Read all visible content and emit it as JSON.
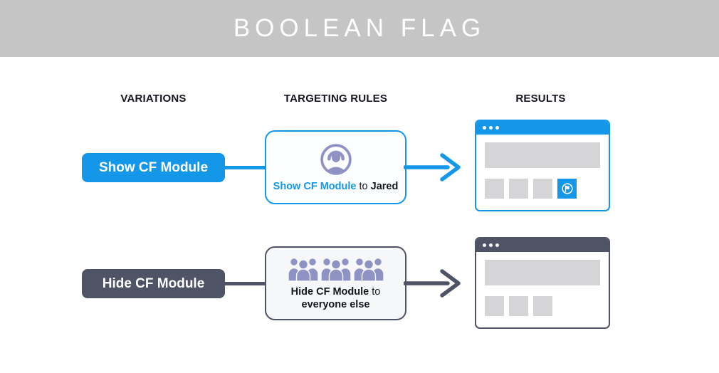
{
  "header": {
    "title": "BOOLEAN FLAG"
  },
  "columns": [
    {
      "label": "VARIATIONS"
    },
    {
      "label": "TARGETING RULES"
    },
    {
      "label": "RESULTS"
    }
  ],
  "rows": [
    {
      "variation": "Show CF Module",
      "rule": {
        "flag": "Show CF Module",
        "joiner": "to",
        "audience": "Jared",
        "icon": "single-user-icon"
      },
      "result": {
        "module_visible": true,
        "module_icon": "flag-icon",
        "window_dots": 3
      }
    },
    {
      "variation": "Hide CF Module",
      "rule": {
        "flag": "Hide CF Module",
        "joiner": "to",
        "audience": "everyone else",
        "icon": "crowd-icon"
      },
      "result": {
        "module_visible": false,
        "window_dots": 3
      }
    }
  ],
  "colors": {
    "accent_blue": "#1497e8",
    "slate_dark": "#4e5366",
    "icon_purple": "#8f93c4",
    "placeholder_gray": "#d5d5d7",
    "header_gray": "#c5c5c5"
  }
}
